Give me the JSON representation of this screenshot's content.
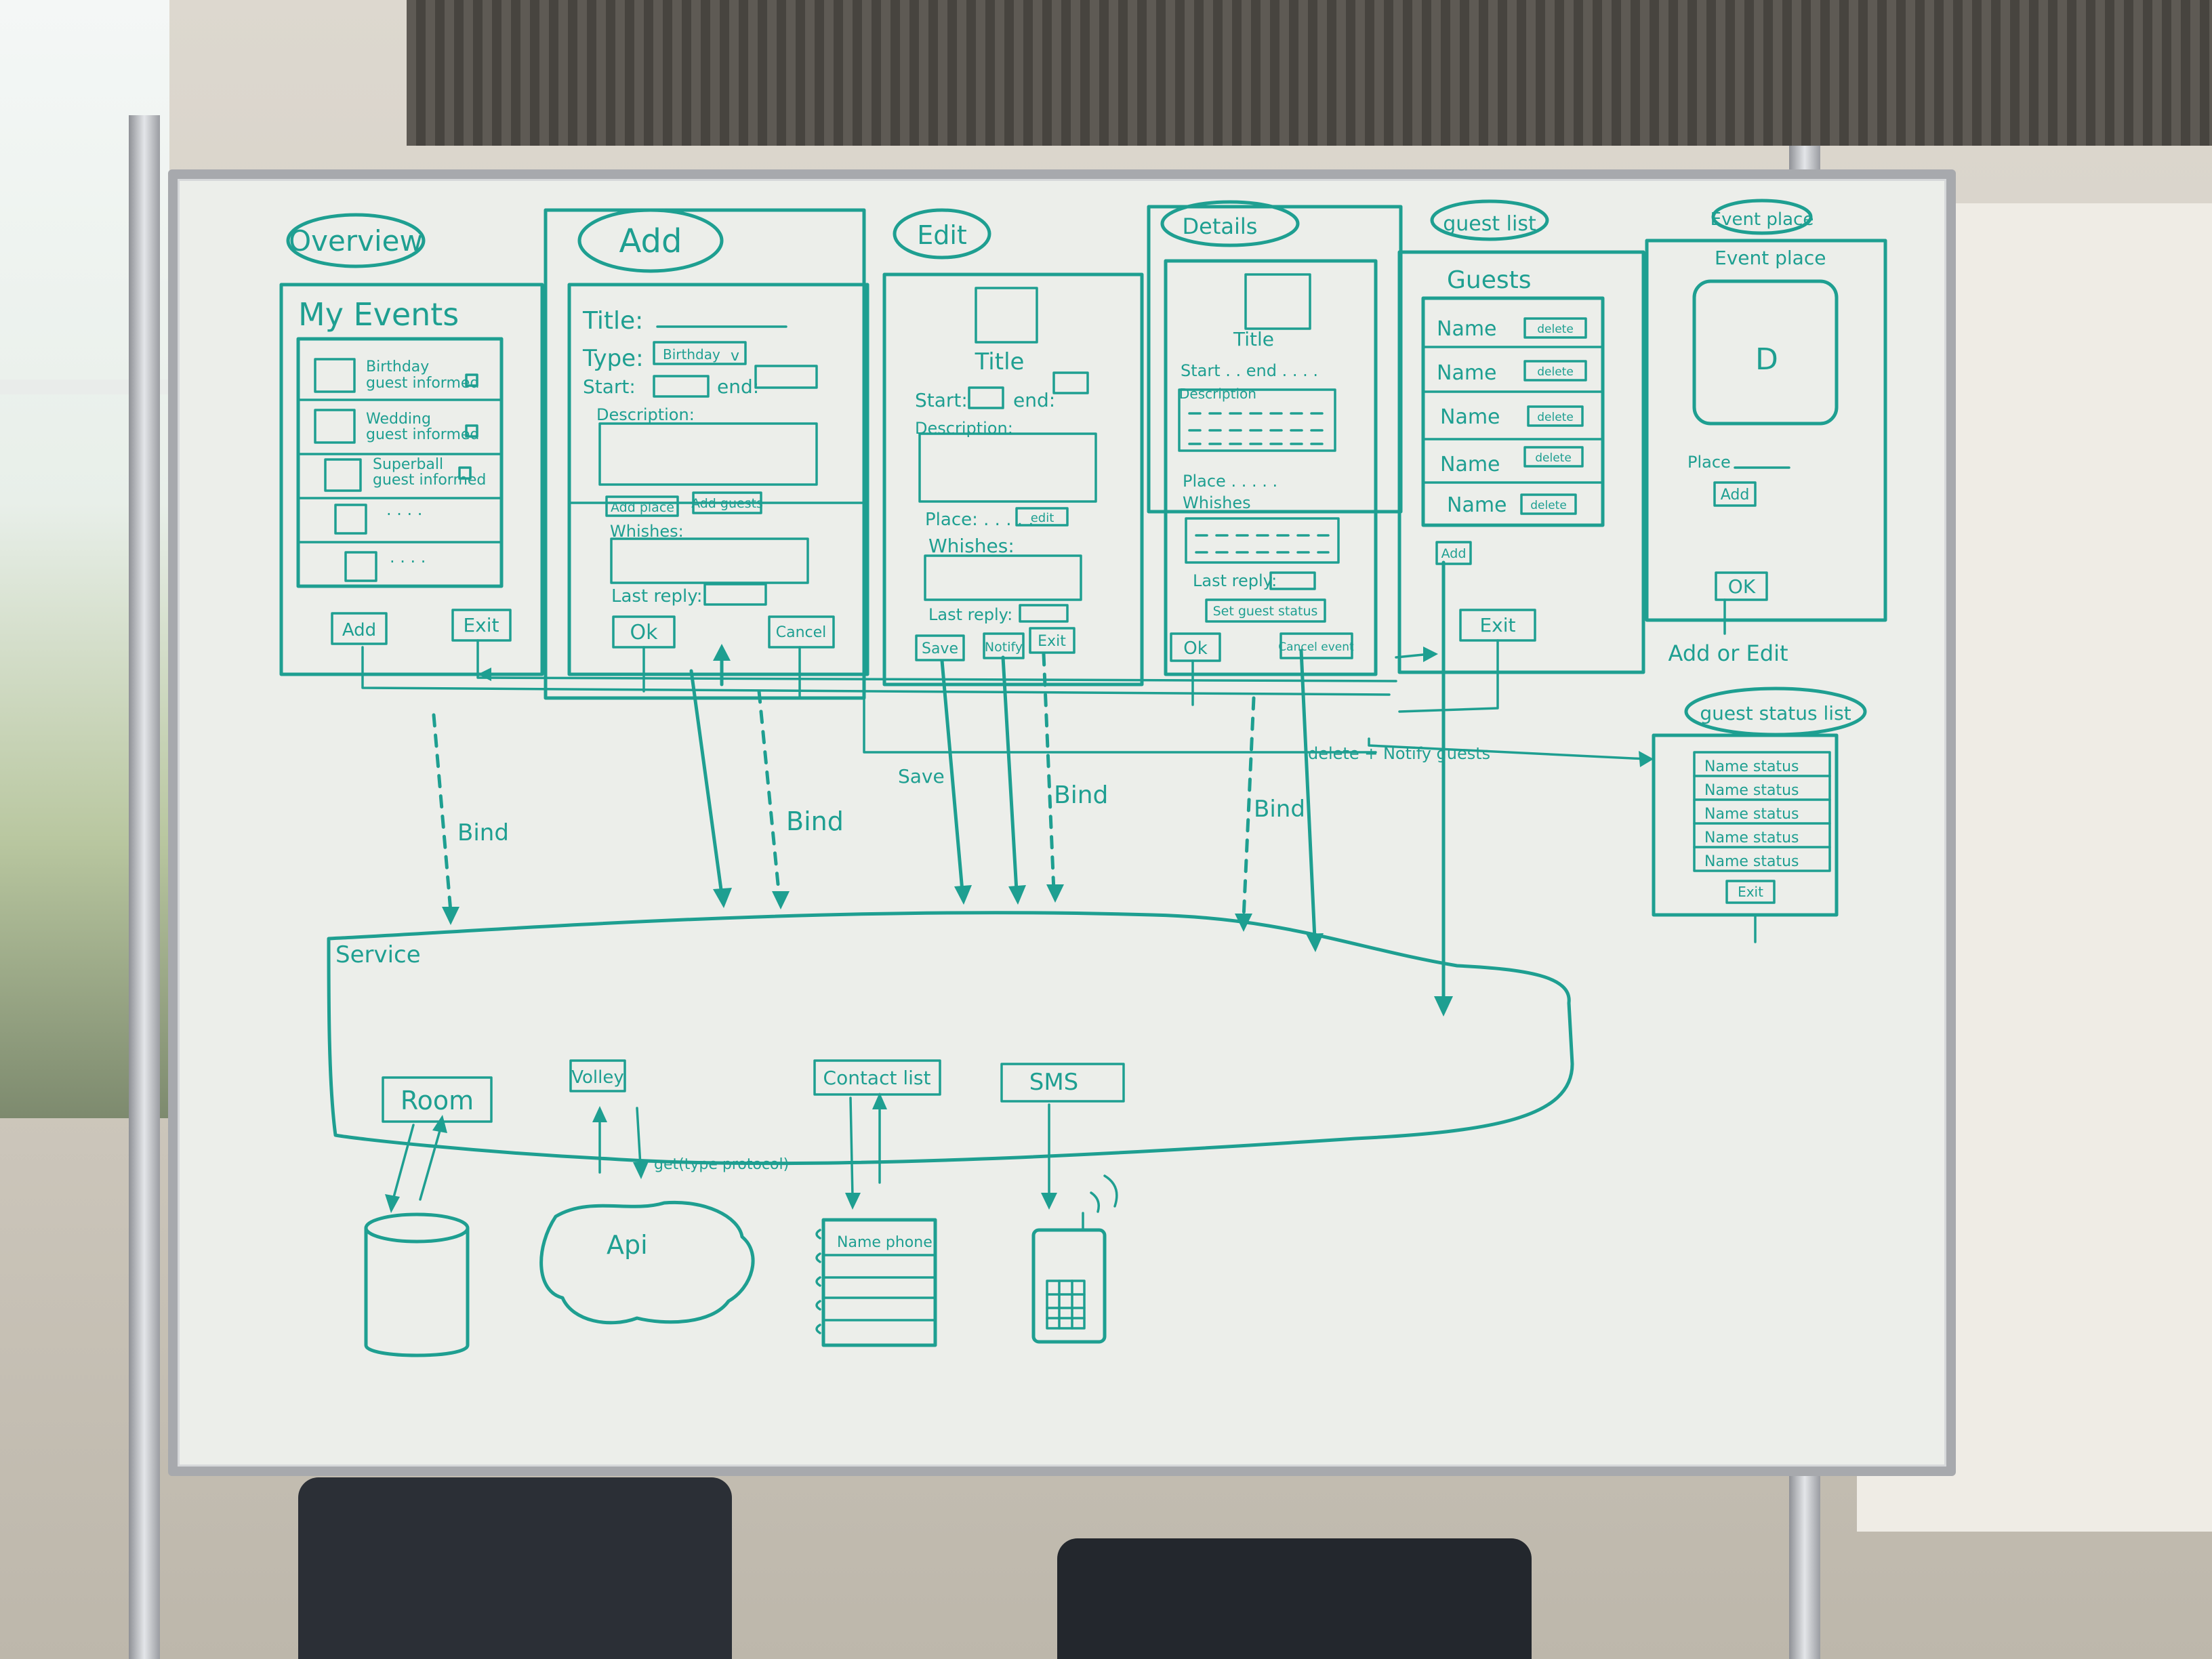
{
  "diagram": {
    "screens": {
      "overview": {
        "tab": "Overview",
        "heading": "My Events",
        "events": [
          {
            "name": "Birthday",
            "status": "guest informed"
          },
          {
            "name": "Wedding",
            "status": "guest informed"
          },
          {
            "name": "Superball",
            "status": "guest informed"
          }
        ],
        "ellipsis": ". . . .",
        "add": "Add",
        "exit": "Exit"
      },
      "add": {
        "tab": "Add",
        "title_label": "Title:",
        "type_label": "Type:",
        "type_value": "Birthday",
        "start_label": "Start:",
        "end_label": "end:",
        "description_label": "Description:",
        "add_place": "Add place",
        "add_guests": "Add guests",
        "whishes_label": "Whishes:",
        "last_reply_label": "Last reply:",
        "ok": "Ok",
        "cancel": "Cancel"
      },
      "edit": {
        "tab": "Edit",
        "title": "Title",
        "start_label": "Start:",
        "end_label": "end:",
        "description_label": "Description:",
        "place_label": "Place: . . . . .",
        "place_edit": "edit",
        "whishes_label": "Whishes:",
        "last_reply_label": "Last reply:",
        "save": "Save",
        "notify": "Notify",
        "exit": "Exit"
      },
      "details": {
        "tab": "Details",
        "title": "Title",
        "start_end": "Start . . end . . . .",
        "description_label": "Description",
        "place_label": "Place . . . . .",
        "whishes_label": "Whishes",
        "last_reply_label": "Last reply:",
        "set_guest_status": "Set guest status",
        "ok": "Ok",
        "cancel_event": "Cancel event"
      },
      "guest_list": {
        "tab": "guest list",
        "heading": "Guests",
        "rows": [
          {
            "name": "Name",
            "action": "delete"
          },
          {
            "name": "Name",
            "action": "delete"
          },
          {
            "name": "Name",
            "action": "delete"
          },
          {
            "name": "Name",
            "action": "delete"
          },
          {
            "name": "Name",
            "action": "delete"
          }
        ],
        "add": "Add",
        "exit": "Exit"
      },
      "event_place": {
        "tab": "Event place",
        "heading": "Event place",
        "map_marker": "D",
        "place_label": "Place",
        "add": "Add",
        "ok": "OK",
        "footer": "Add or Edit"
      },
      "guest_status_list": {
        "tab": "guest status list",
        "rows": [
          "Name status",
          "Name status",
          "Name status",
          "Name status",
          "Name status"
        ],
        "exit": "Exit"
      }
    },
    "flow_labels": {
      "bind_left": "Bind",
      "bind_mid": "Bind",
      "save": "Save",
      "bind_edit": "Bind",
      "delete_notify": "delete + Notify guests",
      "bind_details": "Bind"
    },
    "service": {
      "label": "Service",
      "components": [
        "Room",
        "Volley",
        "Contact list",
        "SMS"
      ],
      "volley_call": "get(type protocol)"
    },
    "backends": {
      "api": "Api",
      "contacts_header": "Name phone"
    }
  }
}
